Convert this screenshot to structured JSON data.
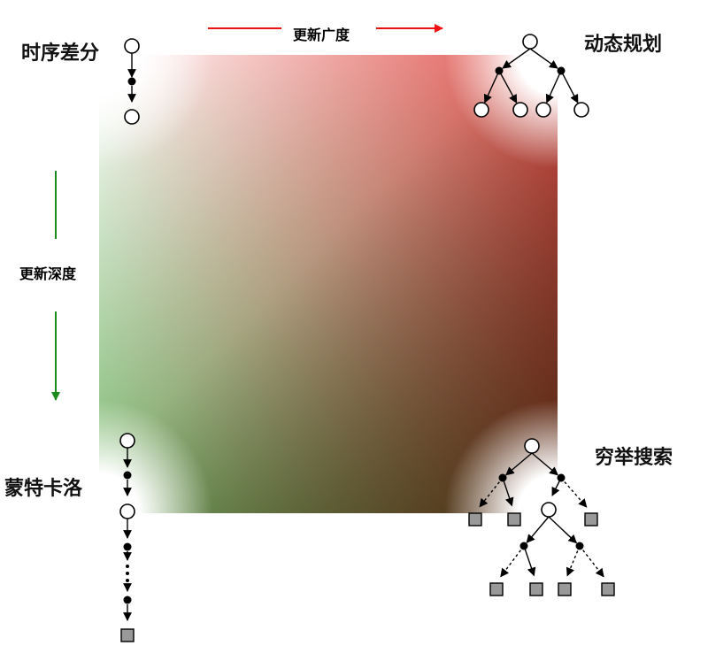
{
  "axes": {
    "breadth": {
      "label": "更新广度",
      "color": "#ee1111"
    },
    "depth": {
      "label": "更新深度",
      "color": "#1a8a1a"
    }
  },
  "methods": {
    "temporal_difference": {
      "label": "时序差分"
    },
    "dynamic_programming": {
      "label": "动态规划"
    },
    "monte_carlo": {
      "label": "蒙特卡洛"
    },
    "exhaustive_search": {
      "label": "穷举搜索"
    }
  },
  "colors": {
    "top_left": "#ffffff",
    "top_right": "#e0504a",
    "bottom_left": "#7fbf6f",
    "bottom_right": "#8a4010",
    "state_node_fill": "#ffffff",
    "action_node_fill": "#000000",
    "terminal_fill": "#999999"
  }
}
